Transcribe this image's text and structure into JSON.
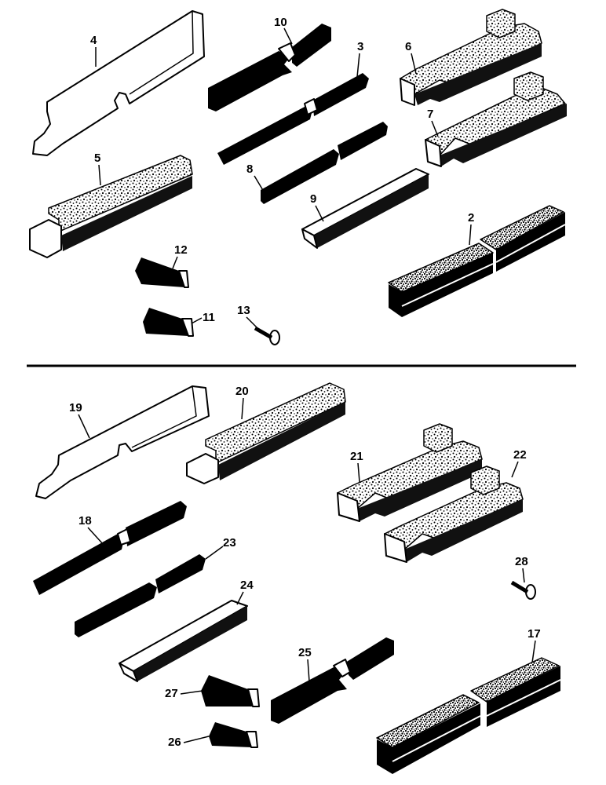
{
  "diagram": {
    "divider": true,
    "callouts": {
      "c2": "2",
      "c3": "3",
      "c4": "4",
      "c5": "5",
      "c6": "6",
      "c7": "7",
      "c8": "8",
      "c9": "9",
      "c10": "10",
      "c11": "11",
      "c12": "12",
      "c13": "13",
      "c17": "17",
      "c18": "18",
      "c19": "19",
      "c20": "20",
      "c21": "21",
      "c22": "22",
      "c23": "23",
      "c24": "24",
      "c25": "25",
      "c26": "26",
      "c27": "27",
      "c28": "28"
    }
  }
}
